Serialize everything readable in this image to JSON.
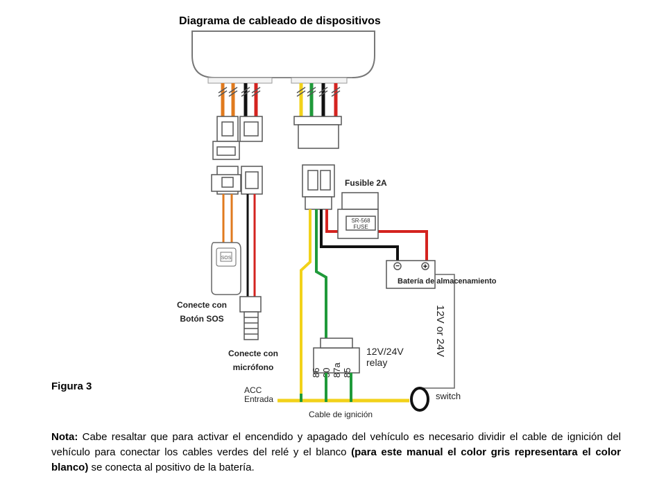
{
  "title": "Diagrama de cableado de dispositivos",
  "labels": {
    "sos": "Conecte con\nBotón SOS",
    "mic": "Conecte con\nmicrófono",
    "fuse": "Fusible 2A",
    "battery": "Batería de almacenamiento",
    "figure": "Figura 3"
  },
  "diagram_text": {
    "fuse_body_line1": "SR-568",
    "fuse_body_line2": "FUSE",
    "relay_line1": "12V/24V",
    "relay_line2": "relay",
    "relay_pins": [
      "86",
      "30",
      "87a",
      "85"
    ],
    "supply_voltage": "12V or 24V",
    "acc_line1": "ACC",
    "acc_line2": "Entrada",
    "switch": "switch",
    "ignition_cable": "Cable de ignición",
    "battery_minus": "−",
    "battery_plus": "+"
  },
  "note": {
    "lead": "Nota:",
    "text1": " Cabe resaltar que para activar el encendido y apagado del vehículo es necesario dividir el cable de ignición del vehículo para conectar los cables  verdes del relé y el blanco ",
    "bold": "(para este manual el color gris representara el color blanco)",
    "text2": " se conecta al positivo de la batería."
  },
  "colors": {
    "orange": "#e07a1e",
    "red": "#d4231f",
    "black": "#111111",
    "yellow": "#f2d21a",
    "green": "#1f9a3a",
    "outline": "#555555"
  }
}
